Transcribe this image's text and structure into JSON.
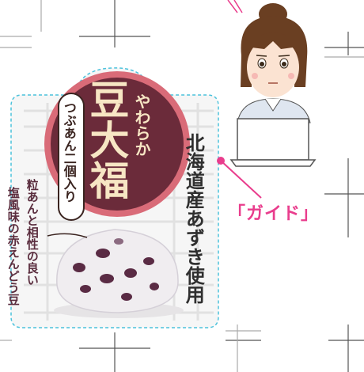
{
  "product": {
    "name": "豆大福",
    "prefix": "やわらか",
    "subtitle": "つぶあん二個入り",
    "origin": "北海道産あずき使用",
    "description_line1": "粒あんと相性の良い",
    "description_line2": "塩風味の赤えんどう豆"
  },
  "annotation": {
    "label": "「ガイド」"
  },
  "colors": {
    "title_circle": "#6b2b3a",
    "title_ring": "#d96b78",
    "title_text": "#f7e6c4",
    "guide": "#e93d8d",
    "dashed_outline": "#4cc2dc",
    "mochi": "#f0edf0",
    "bean": "#5a2b44"
  },
  "icons": [
    "person-illustration-icon",
    "laptop-icon",
    "mochi-daifuku-icon"
  ]
}
